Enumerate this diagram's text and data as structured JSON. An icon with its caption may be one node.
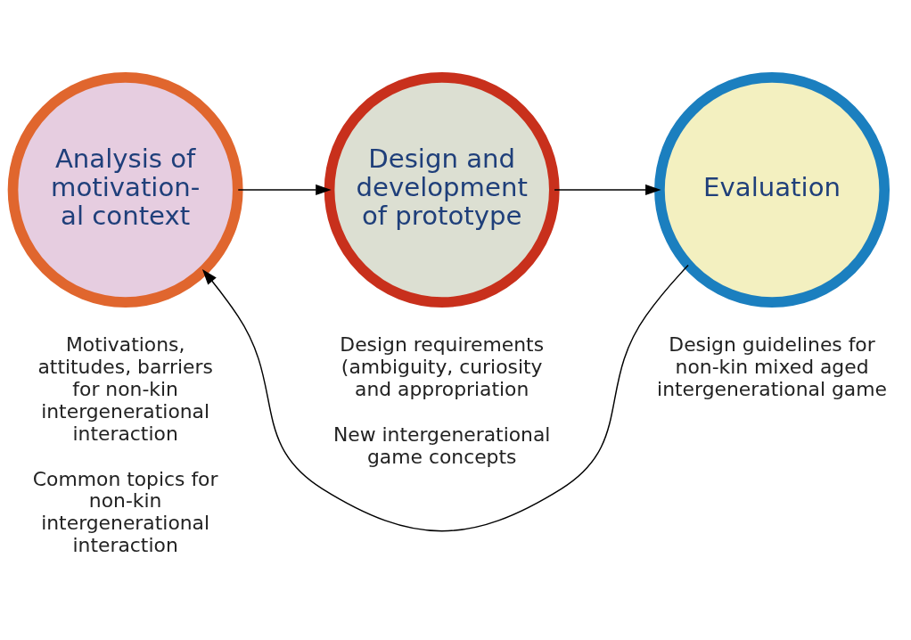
{
  "diagram": {
    "nodes": [
      {
        "text": [
          "Analysis of motivation- al context"
        ],
        "beside": [
          "Motivations, attitudes, barriers for non-kin intergenerational interaction",
          "Common topics for non-kin intergenerational interaction"
        ]
      },
      {
        "text": [
          "Design and development of prototype"
        ],
        "beside": [
          "Design requirements (ambiguity, curiosity and appropriation",
          "New intergenerational game concepts"
        ]
      },
      {
        "text": [
          "Evaluation"
        ],
        "beside": [
          "Design guidelines for non-kin mixed aged intergenerational game"
        ]
      }
    ],
    "edges": [
      {
        "from": 0,
        "to": 1,
        "arrow": "to"
      },
      {
        "from": 1,
        "to": 2,
        "arrow": "to"
      },
      {
        "from": 2,
        "to": 0,
        "arrow": "to"
      }
    ]
  }
}
